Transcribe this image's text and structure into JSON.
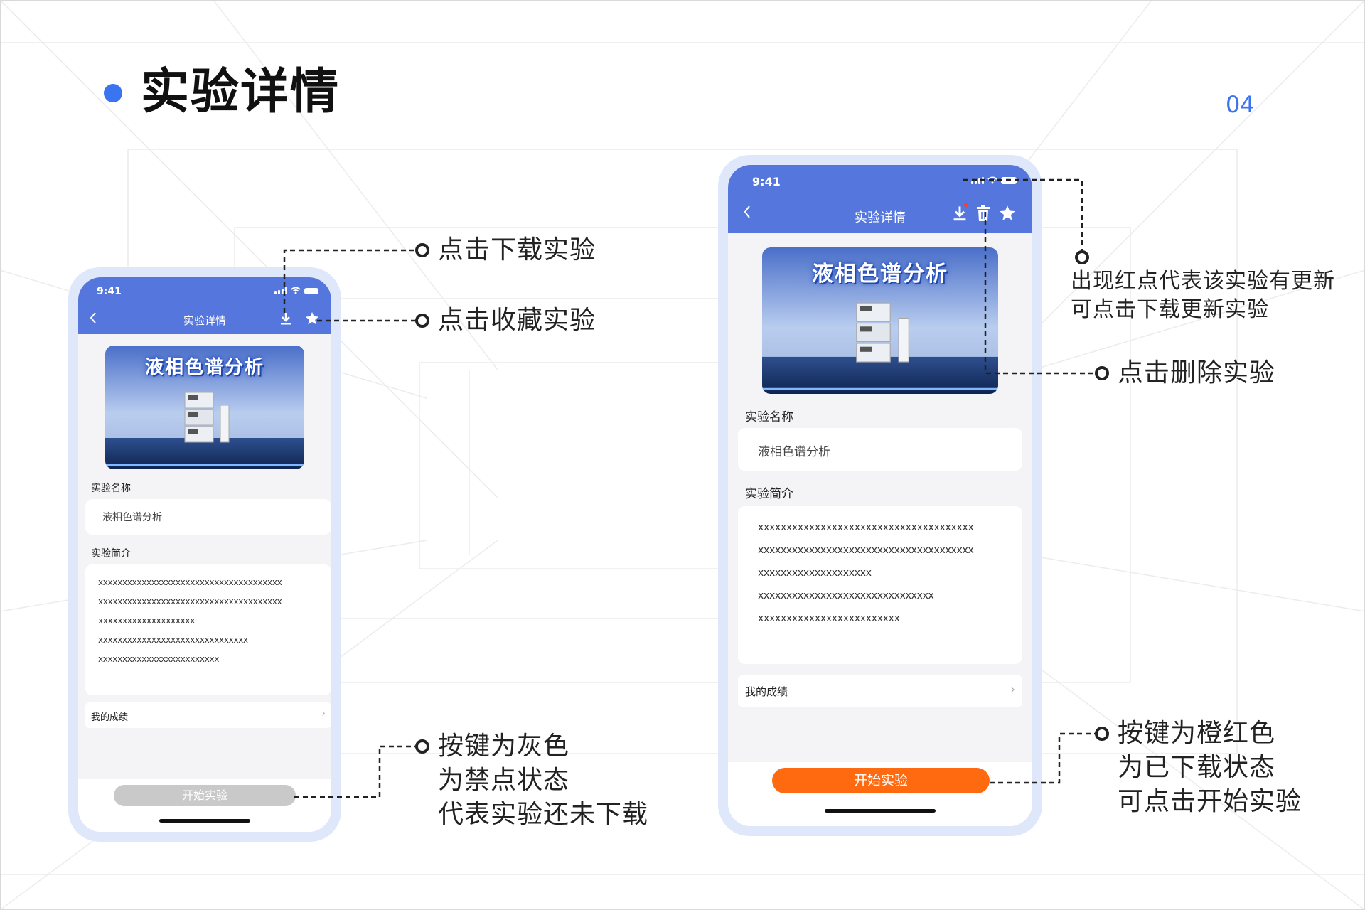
{
  "slide": {
    "title": "实验详情",
    "page_number": "04"
  },
  "phone_left": {
    "status_time": "9:41",
    "nav_title": "实验详情",
    "banner_title": "液相色谱分析",
    "name_label": "实验名称",
    "name_value": "液相色谱分析",
    "intro_label": "实验简介",
    "intro_lines": [
      "xxxxxxxxxxxxxxxxxxxxxxxxxxxxxxxxxxxxxx",
      "xxxxxxxxxxxxxxxxxxxxxxxxxxxxxxxxxxxxxx",
      "xxxxxxxxxxxxxxxxxxxx",
      "xxxxxxxxxxxxxxxxxxxxxxxxxxxxxxx",
      "xxxxxxxxxxxxxxxxxxxxxxxxx"
    ],
    "score_label": "我的成绩",
    "start_label": "开始实验",
    "start_color": "#c9c9c9"
  },
  "phone_right": {
    "status_time": "9:41",
    "nav_title": "实验详情",
    "banner_title": "液相色谱分析",
    "name_label": "实验名称",
    "name_value": "液相色谱分析",
    "intro_label": "实验简介",
    "intro_lines": [
      "xxxxxxxxxxxxxxxxxxxxxxxxxxxxxxxxxxxxxx",
      "xxxxxxxxxxxxxxxxxxxxxxxxxxxxxxxxxxxxxx",
      "xxxxxxxxxxxxxxxxxxxx",
      "xxxxxxxxxxxxxxxxxxxxxxxxxxxxxxx",
      "xxxxxxxxxxxxxxxxxxxxxxxxx"
    ],
    "score_label": "我的成绩",
    "start_label": "开始实验",
    "start_color": "#ff6a10"
  },
  "annotations": {
    "download": "点击下载实验",
    "favorite": "点击收藏实验",
    "grey_button": [
      "按键为灰色",
      "为禁点状态",
      "代表实验还未下载"
    ],
    "red_dot": [
      "出现红点代表该实验有更新",
      "可点击下载更新实验"
    ],
    "delete": "点击删除实验",
    "orange_button": [
      "按键为橙红色",
      "为已下载状态",
      "可点击开始实验"
    ]
  },
  "icons": {
    "back": "chevron-left-icon",
    "download": "download-icon",
    "delete": "trash-icon",
    "favorite": "star-icon"
  },
  "colors": {
    "accent_blue": "#3b74f0",
    "topbar_blue": "#5577dd",
    "section_marker": "#ff6a1a",
    "update_dot": "#ff3b30"
  }
}
